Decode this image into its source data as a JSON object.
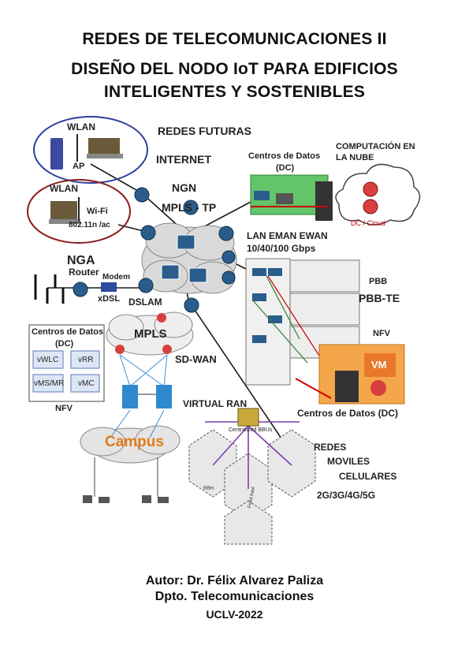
{
  "title_lines": [
    "REDES DE TELECOMUNICACIONES II",
    "DISEÑO DEL NODO IoT PARA EDIFICIOS",
    "INTELIGENTES Y SOSTENIBLES"
  ],
  "diagram": {
    "redes_futuras": "REDES FUTURAS",
    "internet": "INTERNET",
    "wlan1": "WLAN",
    "ap": "AP",
    "wlan2": "WLAN",
    "wifi": "Wi-Fi",
    "wifi_std": "802.11n /ac",
    "ngn": "NGN",
    "mpls_tp": "MPLS - TP",
    "dc_top": "Centros de Datos",
    "dc_top_abbr": "(DC)",
    "cloud_title": "COMPUTACIÓN EN",
    "cloud_title2": "LA NUBE",
    "dc_cloud": "DC / Cloud",
    "lan_eman": "LAN  EMAN EWAN",
    "gbps": "10/40/100 Gbps",
    "nga": "NGA",
    "router": "Router",
    "modem": "Modem",
    "xdsl": "xDSL",
    "dslam": "DSLAM",
    "pbb": "PBB",
    "pbb_te": "PBB-TE",
    "nfv_right": "NFV",
    "vm": "VM",
    "dc_left": "Centros de Datos",
    "dc_left_abbr": "(DC)",
    "vwlc": "vWLC",
    "vrr": "vRR",
    "vmsmr": "vMS/MR",
    "vmc": "vMC",
    "nfv_left": "NFV",
    "mpls": "MPLS",
    "sdwan": "SD-WAN",
    "virtual_ran": "VIRTUAL RAN",
    "centralized_bbus": "Centralized BBUs",
    "fronthaul": "Front haul",
    "rrh": "RRH",
    "campus": "Campus",
    "dc_bottom": "Centros de Datos (DC)",
    "redes": "REDES",
    "moviles": "MOVILES",
    "celulares": "CELULARES",
    "generations": "2G/3G/4G/5G"
  },
  "author": "Autor: Dr. Félix Alvarez Paliza",
  "department": "Dpto. Telecomunicaciones",
  "institution": "UCLV-2022"
}
